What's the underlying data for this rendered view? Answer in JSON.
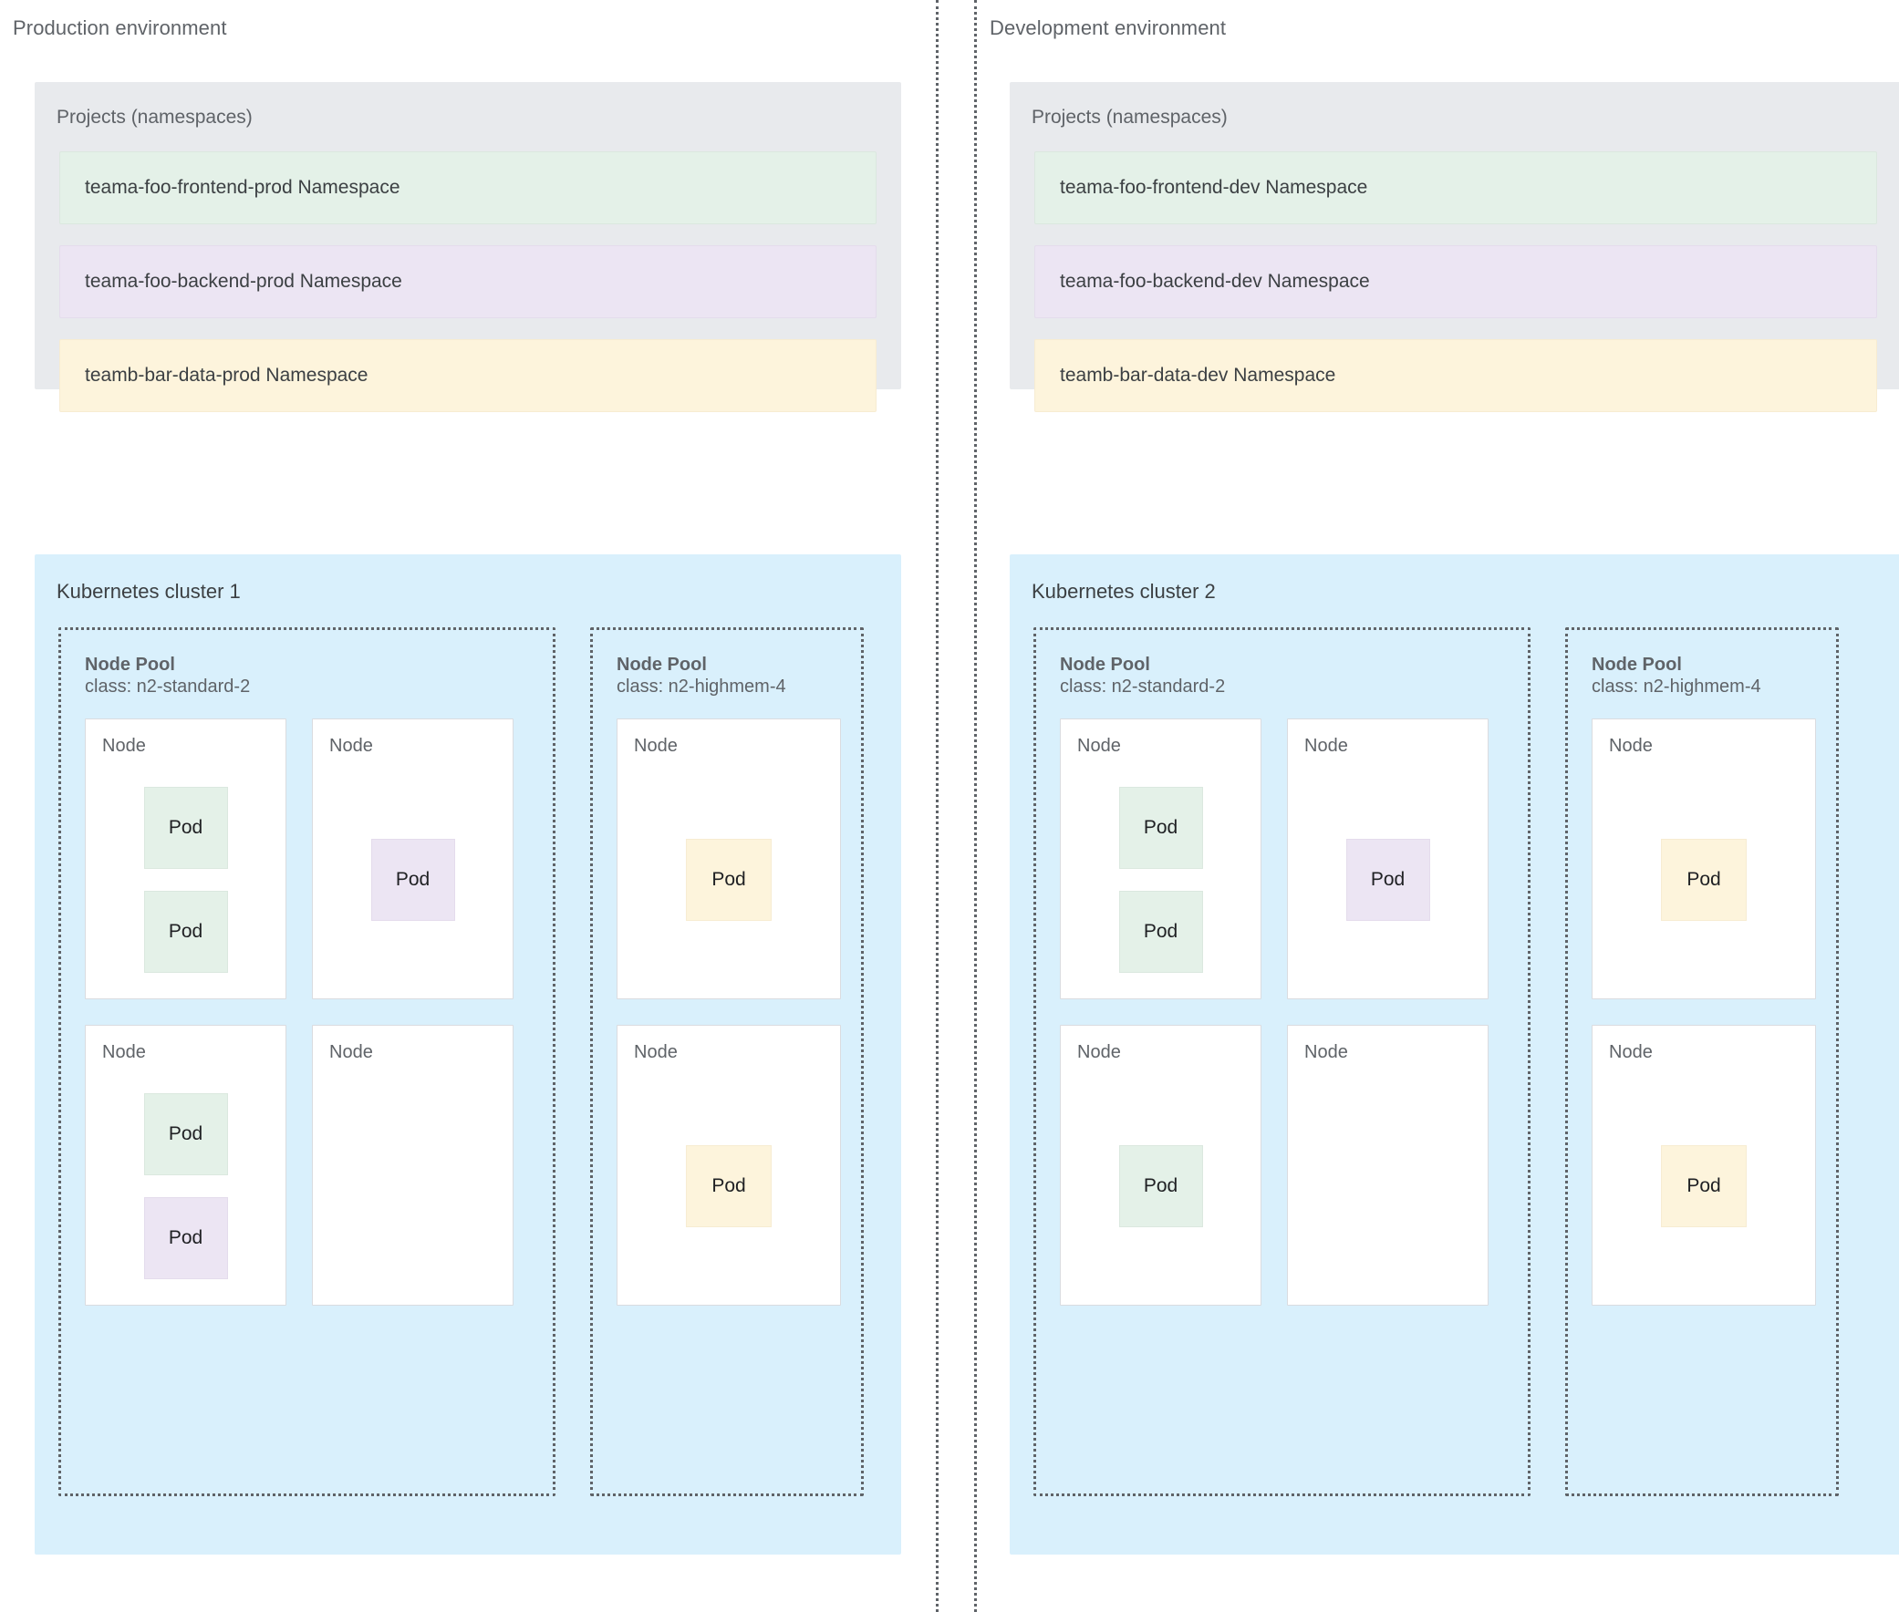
{
  "environments": [
    {
      "title": "Production environment",
      "projects": {
        "label": "Projects (namespaces)",
        "namespaces": [
          {
            "name": "teama-foo-frontend-prod Namespace",
            "color": "green",
            "hex": "#e4f1e8"
          },
          {
            "name": "teama-foo-backend-prod Namespace",
            "color": "purple",
            "hex": "#ece5f3"
          },
          {
            "name": "teamb-bar-data-prod Namespace",
            "color": "yellow",
            "hex": "#fdf4dc"
          }
        ]
      },
      "cluster": {
        "label": "Kubernetes cluster 1",
        "pools": [
          {
            "title": "Node Pool",
            "class": "class: n2-standard-2",
            "nodes": [
              {
                "label": "Node",
                "pods": [
                  {
                    "label": "Pod",
                    "color": "green"
                  },
                  {
                    "label": "Pod",
                    "color": "green"
                  }
                ]
              },
              {
                "label": "Node",
                "pods": [
                  {
                    "label": "Pod",
                    "color": "purple"
                  }
                ]
              },
              {
                "label": "Node",
                "pods": [
                  {
                    "label": "Pod",
                    "color": "green"
                  },
                  {
                    "label": "Pod",
                    "color": "purple"
                  }
                ]
              },
              {
                "label": "Node",
                "pods": []
              }
            ]
          },
          {
            "title": "Node Pool",
            "class": "class: n2-highmem-4",
            "nodes": [
              {
                "label": "Node",
                "pods": [
                  {
                    "label": "Pod",
                    "color": "yellow"
                  }
                ]
              },
              {
                "label": "Node",
                "pods": [
                  {
                    "label": "Pod",
                    "color": "yellow"
                  }
                ]
              }
            ]
          }
        ]
      }
    },
    {
      "title": "Development environment",
      "projects": {
        "label": "Projects (namespaces)",
        "namespaces": [
          {
            "name": "teama-foo-frontend-dev Namespace",
            "color": "green",
            "hex": "#e4f1e8"
          },
          {
            "name": "teama-foo-backend-dev Namespace",
            "color": "purple",
            "hex": "#ece5f3"
          },
          {
            "name": "teamb-bar-data-dev Namespace",
            "color": "yellow",
            "hex": "#fdf4dc"
          }
        ]
      },
      "cluster": {
        "label": "Kubernetes cluster 2",
        "pools": [
          {
            "title": "Node Pool",
            "class": "class: n2-standard-2",
            "nodes": [
              {
                "label": "Node",
                "pods": [
                  {
                    "label": "Pod",
                    "color": "green"
                  },
                  {
                    "label": "Pod",
                    "color": "green"
                  }
                ]
              },
              {
                "label": "Node",
                "pods": [
                  {
                    "label": "Pod",
                    "color": "purple"
                  }
                ]
              },
              {
                "label": "Node",
                "pods": [
                  {
                    "label": "Pod",
                    "color": "green"
                  }
                ]
              },
              {
                "label": "Node",
                "pods": []
              }
            ]
          },
          {
            "title": "Node Pool",
            "class": "class: n2-highmem-4",
            "nodes": [
              {
                "label": "Node",
                "pods": [
                  {
                    "label": "Pod",
                    "color": "yellow"
                  }
                ]
              },
              {
                "label": "Node",
                "pods": [
                  {
                    "label": "Pod",
                    "color": "yellow"
                  }
                ]
              }
            ]
          }
        ]
      }
    }
  ],
  "colors": {
    "panel_gray": "#e8eaed",
    "cluster_blue": "#d9f0fc",
    "text_gray": "#5f6368",
    "text_dark": "#3c4043",
    "border_gray": "#dadce0",
    "dotted_line": "#5f6368"
  }
}
